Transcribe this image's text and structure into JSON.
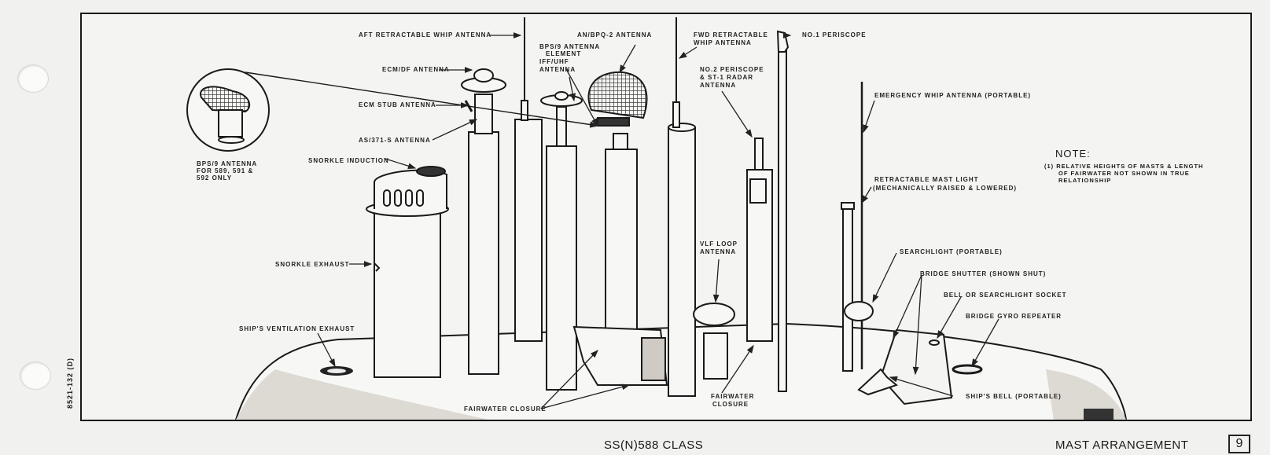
{
  "document": {
    "title": "MAST ARRANGEMENT",
    "vessel_class": "SS(N)588 CLASS",
    "page_number": "9",
    "drawing_code": "8521-132 (D)"
  },
  "note": {
    "title": "NOTE:",
    "lines": [
      "(1) RELATIVE HEIGHTS OF MASTS & LENGTH",
      "OF FAIRWATER NOT SHOWN IN TRUE",
      "RELATIONSHIP"
    ]
  },
  "inset": {
    "caption_lines": [
      "BPS/9 ANTENNA",
      "FOR 589, 591 &",
      "592 ONLY"
    ]
  },
  "labels": {
    "aft_whip": "AFT RETRACTABLE WHIP ANTENNA",
    "ecm_df": "ECM/DF ANTENNA",
    "ecm_stub": "ECM STUB ANTENNA",
    "as371s": "AS/371-S ANTENNA",
    "snorkle_induction": "SNORKLE INDUCTION",
    "snorkle_exhaust": "SNORKLE EXHAUST",
    "ships_vent_exhaust": "SHIP'S VENTILATION EXHAUST",
    "bps9_element_1": "BPS/9 ANTENNA",
    "bps9_element_2": "ELEMENT",
    "iff_uhf_1": "IFF/UHF",
    "iff_uhf_2": "ANTENNA",
    "an_bpq2": "AN/BPQ-2 ANTENNA",
    "fwd_whip_1": "FWD RETRACTABLE",
    "fwd_whip_2": "WHIP ANTENNA",
    "periscope_1": "NO.1 PERISCOPE",
    "periscope_2_1": "NO.2 PERISCOPE",
    "periscope_2_2": "& ST-1 RADAR",
    "periscope_2_3": "ANTENNA",
    "emergency_whip": "EMERGENCY WHIP ANTENNA (PORTABLE)",
    "mast_light_1": "RETRACTABLE MAST LIGHT",
    "mast_light_2": "(MECHANICALLY RAISED & LOWERED)",
    "vlf_1": "VLF LOOP",
    "vlf_2": "ANTENNA",
    "searchlight": "SEARCHLIGHT (PORTABLE)",
    "bridge_shutter": "BRIDGE SHUTTER (SHOWN SHUT)",
    "bell_socket": "BELL OR SEARCHLIGHT SOCKET",
    "gyro_repeater": "BRIDGE GYRO REPEATER",
    "ships_bell": "SHIP'S BELL (PORTABLE)",
    "fairwater_closure": "FAIRWATER CLOSURE",
    "fairwater_closure_2_1": "FAIRWATER",
    "fairwater_closure_2_2": "CLOSURE"
  }
}
